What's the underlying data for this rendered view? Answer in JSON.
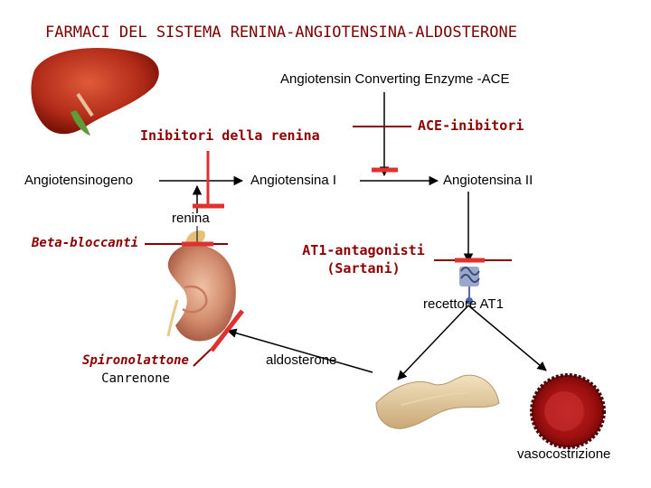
{
  "title": "FARMACI DEL SISTEMA RENINA-ANGIOTENSINA-ALDOSTERONE",
  "labels": {
    "ace": "Angiotensin Converting Enzyme -ACE",
    "inibitori_renina": "Inibitori della renina",
    "ace_inibitori": "ACE-inibitori",
    "angiotensinogeno": "Angiotensinogeno",
    "angiotensina_1": "Angiotensina I",
    "angiotensina_2": "Angiotensina II",
    "renina": "renina",
    "beta_bloccanti": "Beta-bloccanti",
    "at1_antagonisti_1": "AT1-antagonisti",
    "at1_antagonisti_2": "(Sartani)",
    "recettore": "recettore AT1",
    "spironolattone": "Spironolattone",
    "canrenone": "Canrenone",
    "aldosterone": "aldosterone",
    "vasocostrizione": "vasocostrizione"
  },
  "icons": {
    "liver": "liver-icon",
    "kidney": "kidney-icon",
    "receptor": "receptor-icon",
    "adrenal": "adrenal-gland-icon",
    "vessel": "blood-vessel-icon"
  },
  "colors": {
    "title": "#7a0000",
    "drug_text": "#8b0000",
    "inhibition_bar": "#e03030",
    "arrow": "#000000"
  }
}
